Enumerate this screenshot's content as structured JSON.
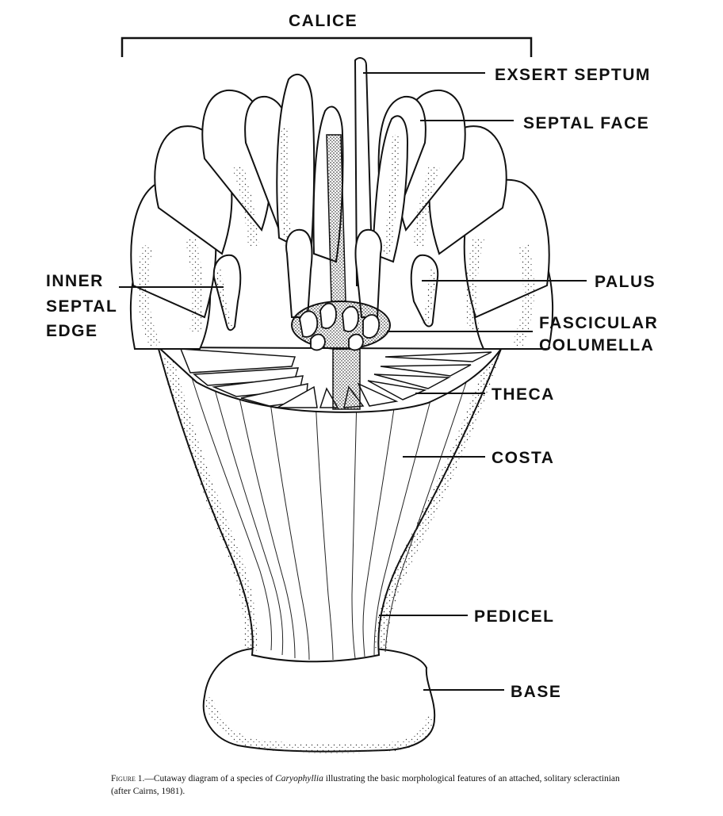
{
  "labels": {
    "calice": "CALICE",
    "exsert_septum": "EXSERT SEPTUM",
    "septal_face": "SEPTAL FACE",
    "inner_septal_edge": [
      "INNER",
      "SEPTAL",
      "EDGE"
    ],
    "palus": "PALUS",
    "fascicular_columella": [
      "FASCICULAR",
      "COLUMELLA"
    ],
    "theca": "THECA",
    "costa": "COSTA",
    "pedicel": "PEDICEL",
    "base": "BASE"
  },
  "caption": {
    "figure": "Figure 1.",
    "text_before": "—Cutaway diagram of a species of ",
    "genus": "Caryophyllia",
    "text_after": " illustrating the basic morphological features of an attached, solitary scleractinian (after Cairns, 1981)."
  }
}
